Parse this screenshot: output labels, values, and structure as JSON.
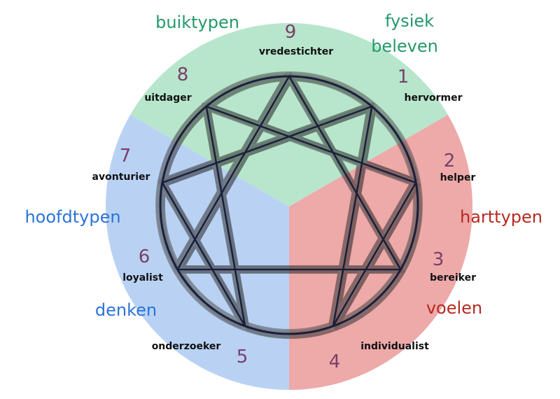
{
  "sectors": {
    "gut": {
      "color": "#b7e6cc"
    },
    "heart": {
      "color": "#eea9a9"
    },
    "head": {
      "color": "#b9d2f4"
    }
  },
  "center_labels": {
    "buiktypen": "buiktypen",
    "fysiek": "fysiek",
    "beleven": "beleven",
    "hoofdtypen": "hoofdtypen",
    "denken": "denken",
    "harttypen": "harttypen",
    "voelen": "voelen"
  },
  "label_colors": {
    "gut": "#23996a",
    "head": "#2a73d9",
    "heart": "#b52a1f"
  },
  "points": [
    {
      "number": "9",
      "type": "vredestichter"
    },
    {
      "number": "1",
      "type": "hervormer"
    },
    {
      "number": "2",
      "type": "helper"
    },
    {
      "number": "3",
      "type": "bereiker"
    },
    {
      "number": "4",
      "type": "individualist"
    },
    {
      "number": "5",
      "type": "onderzoeker"
    },
    {
      "number": "6",
      "type": "loyalist"
    },
    {
      "number": "7",
      "type": "avonturier"
    },
    {
      "number": "8",
      "type": "uitdager"
    }
  ]
}
